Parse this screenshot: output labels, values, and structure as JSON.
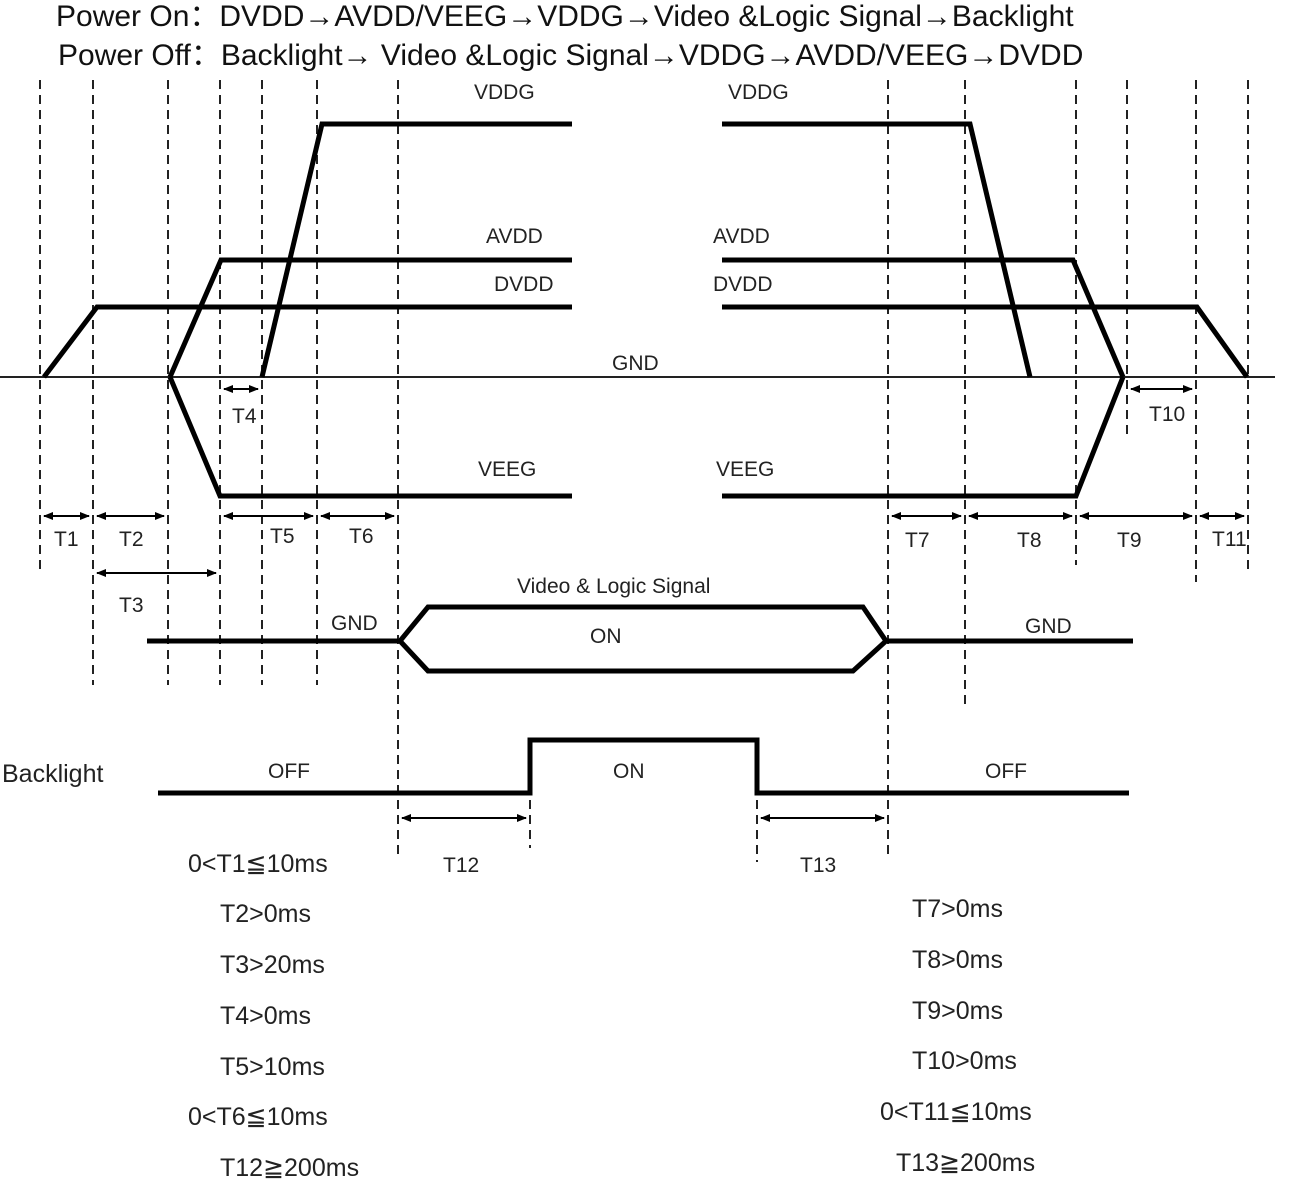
{
  "header": {
    "power_on": "Power On：DVDD→AVDD/VEEG→VDDG→Video &Logic Signal→Backlight",
    "power_off": "Power Off：Backlight→ Video &Logic Signal→VDDG→AVDD/VEEG→DVDD"
  },
  "labels": {
    "vddg": "VDDG",
    "avdd": "AVDD",
    "dvdd": "DVDD",
    "veeg": "VEEG",
    "gnd": "GND",
    "video_logic": "Video & Logic Signal",
    "on": "ON",
    "off": "OFF",
    "backlight": "Backlight"
  },
  "timings": {
    "t1": "T1",
    "t2": "T2",
    "t3": "T3",
    "t4": "T4",
    "t5": "T5",
    "t6": "T6",
    "t7": "T7",
    "t8": "T8",
    "t9": "T9",
    "t10": "T10",
    "t11": "T11",
    "t12": "T12",
    "t13": "T13"
  },
  "conditions_on": [
    "0<T1≦10ms",
    "T2>0ms",
    "T3>20ms",
    "T4>0ms",
    "T5>10ms",
    "0<T6≦10ms",
    "T12≧200ms"
  ],
  "conditions_off": [
    "T7>0ms",
    "T8>0ms",
    "T9>0ms",
    "T10>0ms",
    "0<T11≦10ms",
    "T13≧200ms"
  ]
}
